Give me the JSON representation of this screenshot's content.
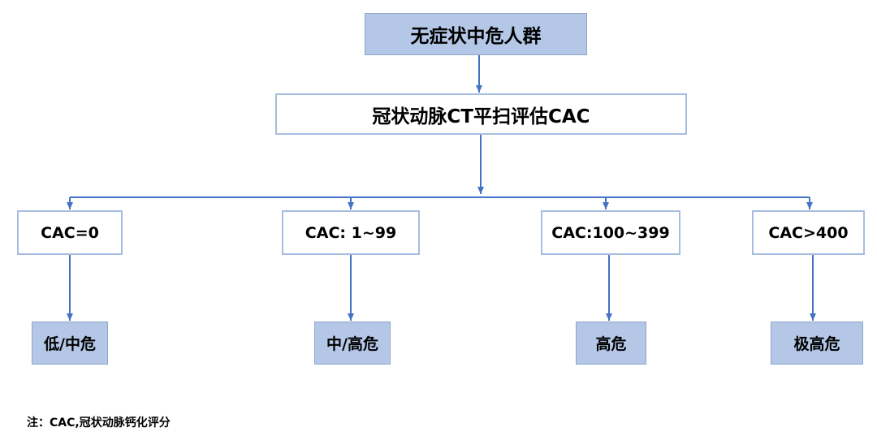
{
  "diagram": {
    "root": "无症状中危人群",
    "assessment": "冠状动脉CT平扫评估CAC",
    "categories": [
      {
        "label": "CAC=0",
        "risk": "低/中危"
      },
      {
        "label": "CAC: 1~99",
        "risk": "中/高危"
      },
      {
        "label": "CAC:100~399",
        "risk": "高危"
      },
      {
        "label": "CAC>400",
        "risk": "极高危"
      }
    ],
    "colors": {
      "filled_box": "#b4c7e7",
      "box_border": "#a7bde0",
      "connector": "#4472c4"
    }
  },
  "footnote": "注：CAC,冠状动脉钙化评分"
}
